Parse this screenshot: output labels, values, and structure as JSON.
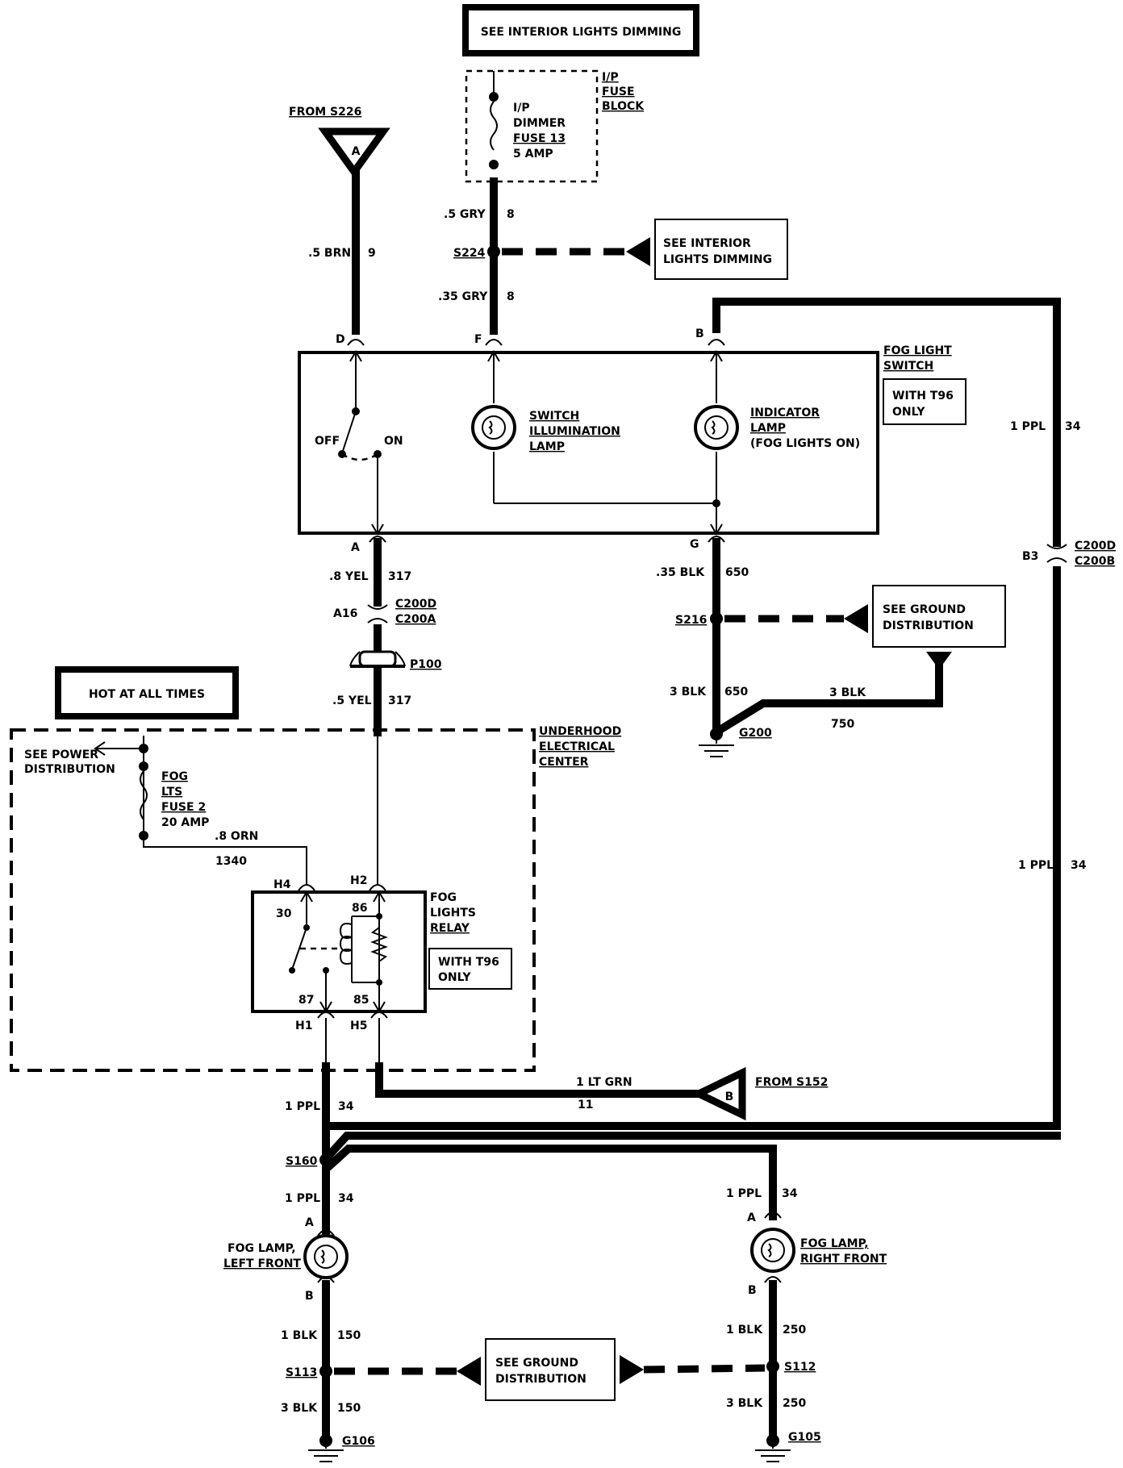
{
  "boxes": {
    "top_note": "SEE INTERIOR LIGHTS DIMMING",
    "interior_dimming": [
      "SEE INTERIOR",
      "LIGHTS DIMMING"
    ],
    "hot_at_all_times": "HOT AT ALL TIMES",
    "ground_dist_1": [
      "SEE GROUND",
      "DISTRIBUTION"
    ],
    "ground_dist_2": [
      "SEE GROUND",
      "DISTRIBUTION"
    ],
    "with_t96_switch": [
      "WITH T96",
      "ONLY"
    ],
    "with_t96_relay": [
      "WITH T96",
      "ONLY"
    ]
  },
  "components": {
    "ip_fuse_block": [
      "I/P",
      "FUSE",
      "BLOCK"
    ],
    "dimmer_fuse": [
      "I/P",
      "DIMMER",
      "FUSE 13",
      "5 AMP"
    ],
    "fog_light_switch": [
      "FOG LIGHT",
      "SWITCH"
    ],
    "switch_lamp": [
      "SWITCH",
      "ILLUMINATION",
      "LAMP"
    ],
    "indicator_lamp": [
      "INDICATOR",
      "LAMP",
      "(FOG LIGHTS ON)"
    ],
    "off": "OFF",
    "on": "ON",
    "underhood": [
      "UNDERHOOD",
      "ELECTRICAL",
      "CENTER"
    ],
    "power_dist": [
      "SEE POWER",
      "DISTRIBUTION"
    ],
    "fog_fuse": [
      "FOG",
      "LTS",
      "FUSE 2",
      "20 AMP"
    ],
    "fog_relay": [
      "FOG",
      "LIGHTS",
      "RELAY"
    ],
    "fog_lamp_left": [
      "FOG LAMP,",
      "LEFT FRONT"
    ],
    "fog_lamp_right": [
      "FOG LAMP,",
      "RIGHT FRONT"
    ],
    "p100": "P100"
  },
  "sources": {
    "from_a": "FROM S226",
    "a": "A",
    "from_b": "FROM S152",
    "b": "B"
  },
  "splices": {
    "s224": "S224",
    "s216": "S216",
    "s160": "S160",
    "s113": "S113",
    "s112": "S112"
  },
  "grounds": {
    "g200": "G200",
    "g106": "G106",
    "g105": "G105"
  },
  "connectors": {
    "c200d_a": "C200D",
    "c200a": "C200A",
    "c200d_b": "C200D",
    "c200b": "C200B"
  },
  "pins": {
    "d": "D",
    "f": "F",
    "b_top": "B",
    "a_switch": "A",
    "g": "G",
    "a16": "A16",
    "b3": "B3",
    "h4": "H4",
    "h2": "H2",
    "h1": "H1",
    "h5": "H5",
    "r30": "30",
    "r86": "86",
    "r87": "87",
    "r85": "85",
    "lf_a": "A",
    "lf_b": "B",
    "rf_a": "A",
    "rf_b": "B"
  },
  "wires": {
    "brn_size": ".5 BRN",
    "brn_num": "9",
    "gry1_size": ".5 GRY",
    "gry1_num": "8",
    "gry2_size": ".35 GRY",
    "gry2_num": "8",
    "ppl_top_size": "1 PPL",
    "ppl_top_num": "34",
    "ppl_mid_size": "1 PPL",
    "ppl_mid_num": "34",
    "yel1_size": ".8 YEL",
    "yel1_num": "317",
    "yel2_size": ".5 YEL",
    "yel2_num": "317",
    "blk650a_size": ".35 BLK",
    "blk650a_num": "650",
    "blk650b_size": "3 BLK",
    "blk650b_num": "650",
    "blk750_size": "3 BLK",
    "blk750_num": "750",
    "orn_size": ".8 ORN",
    "orn_num": "1340",
    "grn_size": "1 LT GRN",
    "grn_num": "11",
    "ppl_low_size": "1 PPL",
    "ppl_low_num": "34",
    "ppl_left_size": "1 PPL",
    "ppl_left_num": "34",
    "ppl_right_size": "1 PPL",
    "ppl_right_num": "34",
    "blk150a_size": "1 BLK",
    "blk150a_num": "150",
    "blk150b_size": "3 BLK",
    "blk150b_num": "150",
    "blk250a_size": "1 BLK",
    "blk250a_num": "250",
    "blk250b_size": "3 BLK",
    "blk250b_num": "250"
  }
}
